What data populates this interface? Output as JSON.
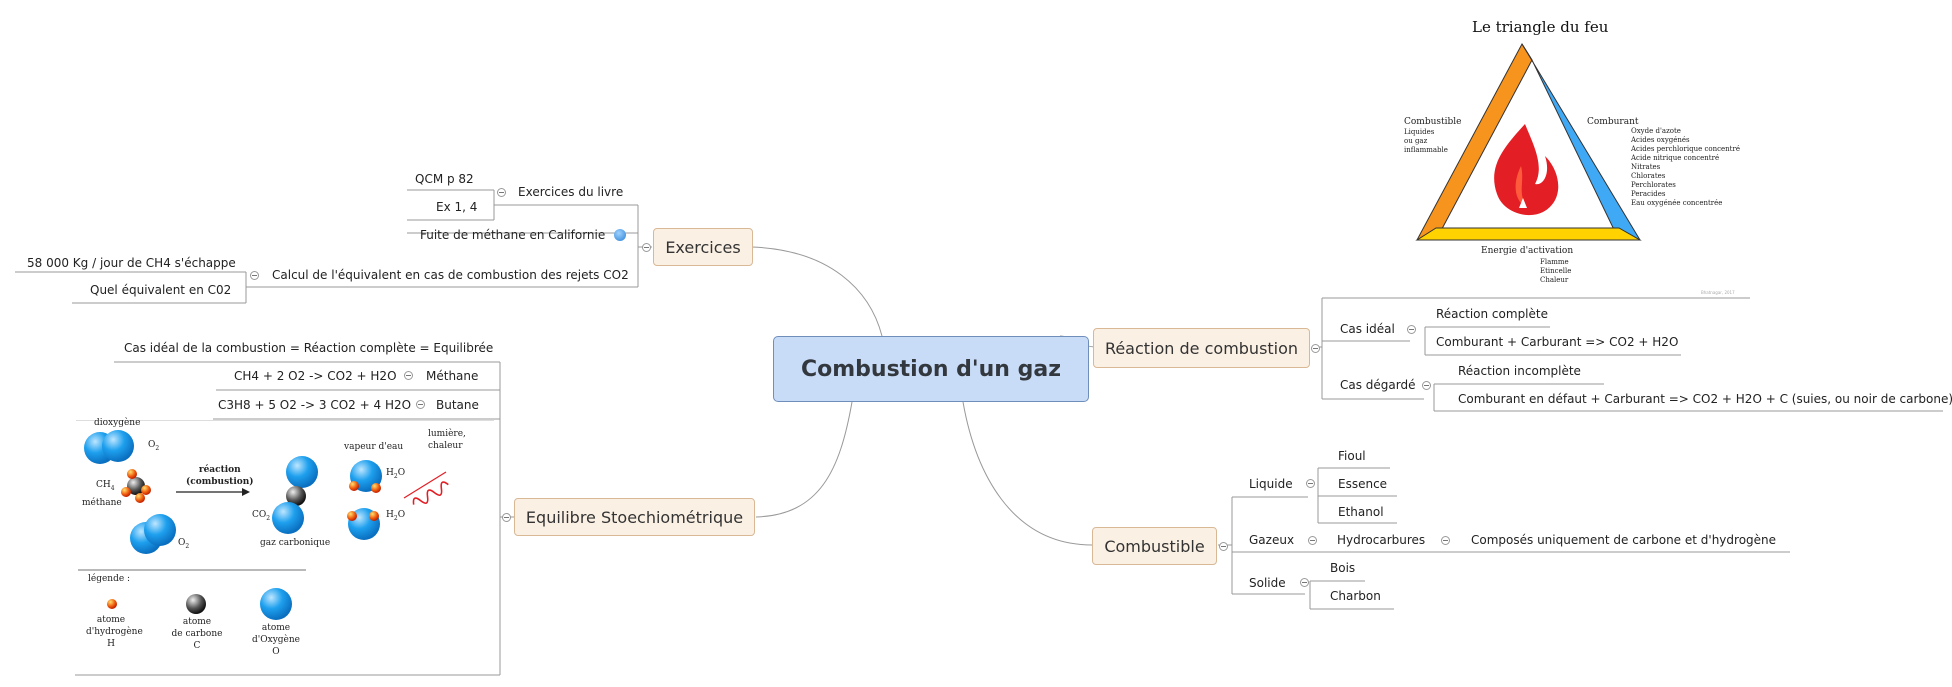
{
  "root": {
    "label": "Combustion d'un gaz"
  },
  "exercices": {
    "label": "Exercices",
    "livre": {
      "label": "Exercices du livre",
      "items": [
        "QCM p 82",
        "Ex 1, 4"
      ]
    },
    "fuite": {
      "label": "Fuite de méthane en Californie"
    },
    "calcul": {
      "label": "Calcul de l'équivalent en cas de combustion des rejets CO2",
      "items": [
        "58 000 Kg / jour de CH4 s'échappe",
        "Quel équivalent en C02"
      ]
    }
  },
  "equilibre": {
    "label": "Equilibre Stoechiométrique",
    "cas_ideal": "Cas idéal de la combustion = Réaction complète = Equilibrée",
    "methane_eq": "CH4 + 2 O2 -> CO2 + H2O",
    "methane": "Méthane",
    "butane_eq": "C3H8 + 5 O2 -> 3 CO2 + 4 H2O",
    "butane": "Butane",
    "image": {
      "dioxygene": "dioxygène",
      "o2": "O",
      "o2_sub": "2",
      "ch4": "CH",
      "ch4_sub": "4",
      "methane": "méthane",
      "reaction1": "réaction",
      "reaction2": "(combustion)",
      "vapeur": "vapeur d'eau",
      "lumiere1": "lumière,",
      "lumiere2": "chaleur",
      "h2o": "H",
      "h2o_sub": "2",
      "h2o_end": "O",
      "co2": "CO",
      "co2_sub": "2",
      "gaz": "gaz carbonique",
      "legende": "légende :",
      "atome_h1": "atome",
      "atome_h2": "d'hydrogène",
      "atome_h3": "H",
      "atome_c1": "atome",
      "atome_c2": "de carbone",
      "atome_c3": "C",
      "atome_o1": "atome",
      "atome_o2": "d'Oxygène",
      "atome_o3": "O"
    }
  },
  "reaction": {
    "label": "Réaction de combustion",
    "ideal": {
      "label": "Cas idéal",
      "items": [
        "Réaction complète",
        "Comburant + Carburant => CO2 + H2O"
      ]
    },
    "degrade": {
      "label": "Cas dégardé",
      "items": [
        "Réaction incomplète",
        "Comburant en défaut + Carburant => CO2 + H2O  + C (suies, ou noir de carbone)"
      ]
    }
  },
  "triangle": {
    "title": "Le triangle du feu",
    "combustible": "Combustible",
    "combustible_items": [
      "Liquides",
      "ou gaz",
      "inflammable"
    ],
    "comburant": "Comburant",
    "comburant_items": [
      "Oxyde d'azote",
      "Acides oxygénés",
      "Acides perchlorique concentré",
      "Acide nitrique concentré",
      "Nitrates",
      "Chlorates",
      "Perchlorates",
      "Peracides",
      "Eau oxygénée concentrée"
    ],
    "energie": "Energie d'activation",
    "energie_items": [
      "Flamme",
      "Etincelle",
      "Chaleur"
    ],
    "credit": "Bhatnagar, 2017"
  },
  "combustible": {
    "label": "Combustible",
    "liquide": {
      "label": "Liquide",
      "items": [
        "Fioul",
        "Essence",
        "Ethanol"
      ]
    },
    "gazeux": {
      "label": "Gazeux",
      "child": "Hydrocarbures",
      "grandchild": "Composés uniquement de carbone et d'hydrogène"
    },
    "solide": {
      "label": "Solide",
      "items": [
        "Bois",
        "Charbon"
      ]
    }
  },
  "colors": {
    "line": "#999999",
    "root_fill": "#c9dcf7",
    "main_fill": "#fbf0e4",
    "orange": "#f7941d",
    "blue": "#3fa9f5",
    "yellow": "#ffd200",
    "red": "#e31e24"
  }
}
